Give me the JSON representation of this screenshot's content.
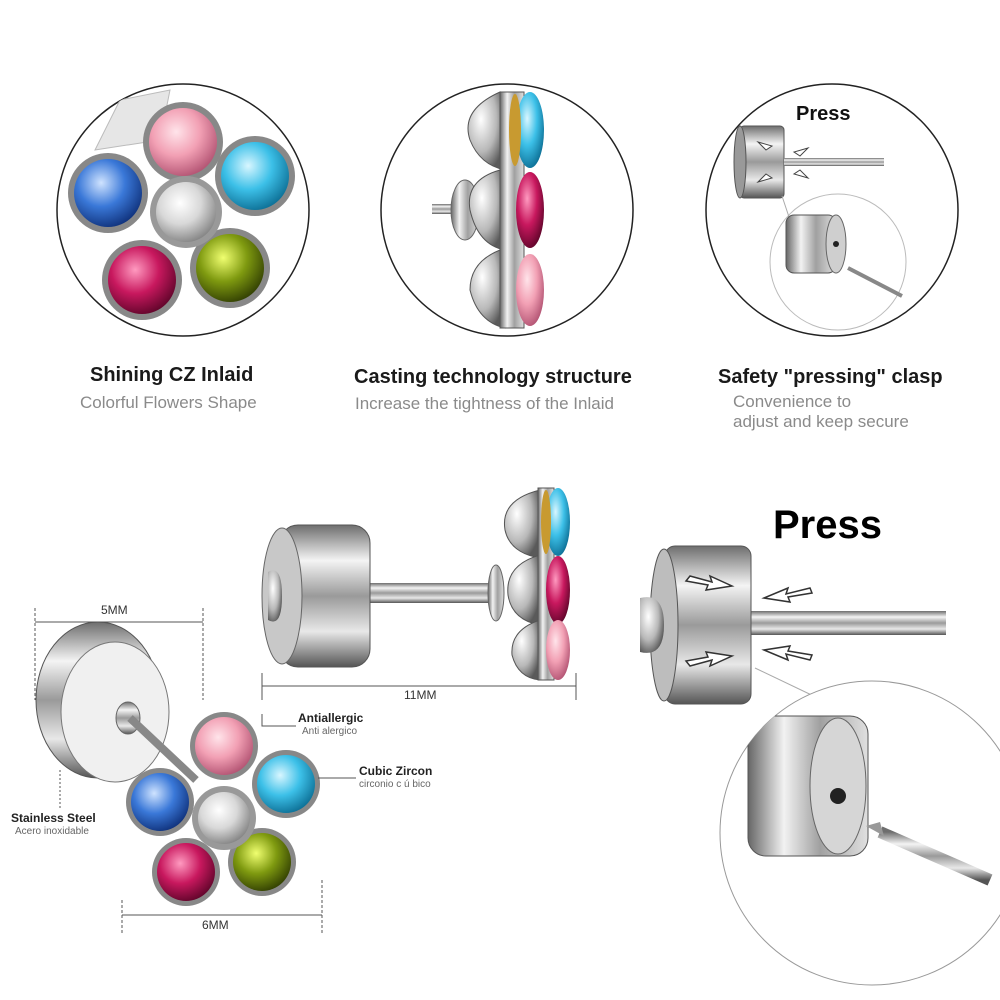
{
  "features": [
    {
      "title": "Shining CZ Inlaid",
      "subtitle": "Colorful Flowers Shape"
    },
    {
      "title": "Casting technology structure",
      "subtitle": "Increase the tightness of the Inlaid"
    },
    {
      "title": "Safety \"pressing\" clasp",
      "subtitle_line1": "Convenience to",
      "subtitle_line2": "adjust and keep secure"
    }
  ],
  "press_label_small": "Press",
  "press_label_big": "Press",
  "dimensions": {
    "width_back": "5MM",
    "length": "11MM",
    "width_flower": "6MM"
  },
  "callouts": {
    "antiallergic": "Antiallergic",
    "antiallergic_es": "Anti alergico",
    "cubic_zircon": "Cubic Zircon",
    "cubic_zircon_es": "circonio c ú bico",
    "stainless": "Stainless Steel",
    "stainless_es": "Acero inoxidable"
  },
  "gem_colors": {
    "pink": "#f2a0b4",
    "blue": "#3a78d8",
    "cyan": "#3cc0e8",
    "white": "#e4e4e4",
    "magenta": "#c8185e",
    "olive": "#7f9a10"
  }
}
